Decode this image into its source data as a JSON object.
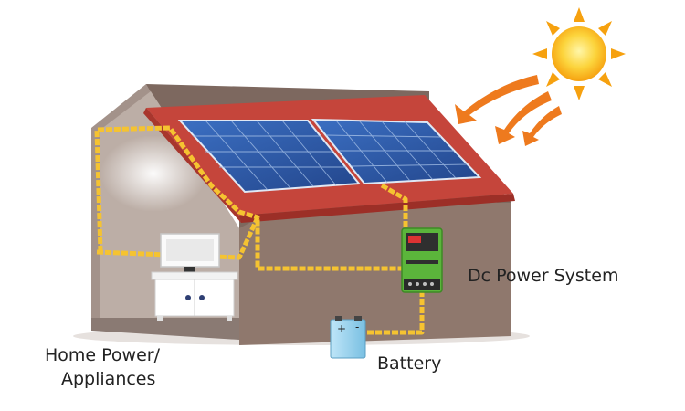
{
  "labels": {
    "home_line1": "Home  Power/",
    "home_line2": "Appliances",
    "battery": "Battery",
    "dc_power": "Dc Power System"
  },
  "battery_terminals": {
    "positive": "+",
    "negative": "-"
  },
  "colors": {
    "house_wall": "#8f786d",
    "house_wall_shadow": "#6f5c54",
    "interior_wall": "#b9aaa2",
    "interior_floor": "#9b8b84",
    "roof": "#c5453b",
    "roof_edge": "#9c2f27",
    "solar_panel": "#2f5aa8",
    "wire": "#f5c331",
    "controller": "#5bb53b",
    "sun": "#fbb516",
    "rays": "#ee7a1e",
    "battery": "#9ed3ef"
  },
  "icons": [
    "sun-icon",
    "solar-panel-icon",
    "charge-controller-icon",
    "battery-icon",
    "tv-icon",
    "cabinet-icon"
  ]
}
